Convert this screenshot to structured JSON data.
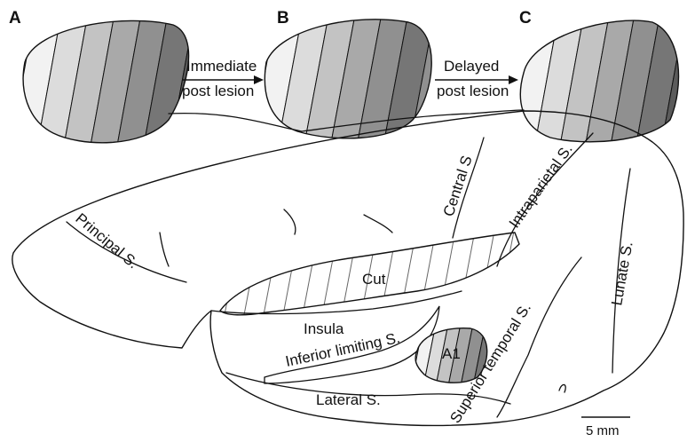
{
  "panels": [
    {
      "letter": "A"
    },
    {
      "letter": "B"
    },
    {
      "letter": "C"
    }
  ],
  "arrows": [
    {
      "line1": "Immediate",
      "line2": "post lesion"
    },
    {
      "line1": "Delayed",
      "line2": "post lesion"
    }
  ],
  "labels": {
    "central": "Central S",
    "intraparietal": "Intraparietal S.",
    "principal": "Principal S.",
    "lunate": "Lunate S.",
    "cut": "Cut",
    "insula": "Insula",
    "inferior_limiting": "Inferior limiting S.",
    "a1": "A1",
    "lateral": "Lateral S.",
    "superior_temporal": "Superior temporal S."
  },
  "scale_bar": {
    "label": "5 mm"
  },
  "colors": {
    "band_gradient": [
      "#f2f2f2",
      "#dcdcdc",
      "#c3c3c3",
      "#a9a9a9",
      "#909090",
      "#767676",
      "#5b5b5b",
      "#3f3f3f"
    ]
  }
}
